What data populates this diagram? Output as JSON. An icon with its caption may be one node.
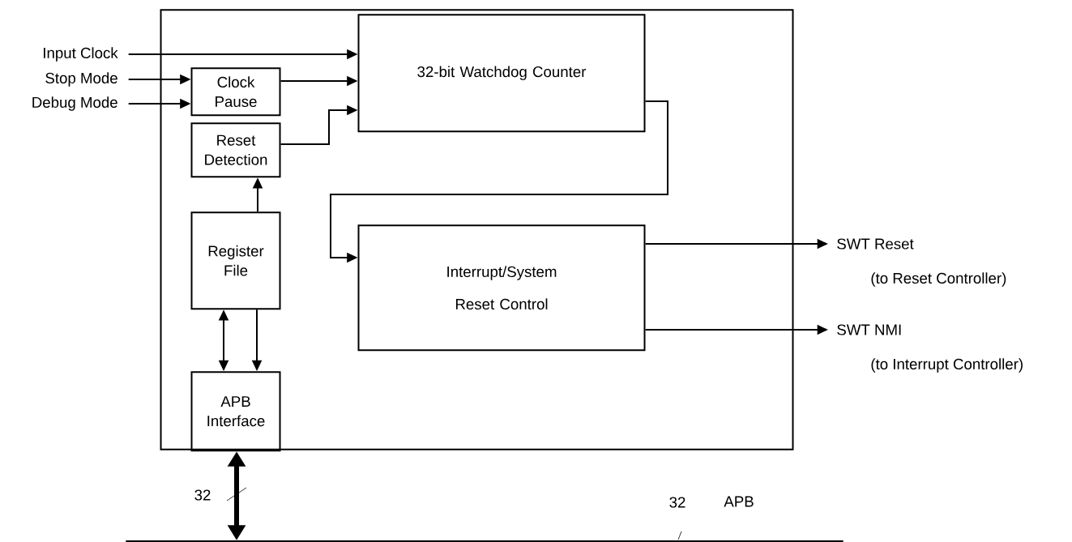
{
  "diagram": {
    "nodes": [
      {
        "text": [],
        "shape": "box"
      },
      {
        "text": [
          "Input Clock"
        ]
      },
      {
        "text": [
          "Stop Mode"
        ]
      },
      {
        "text": [
          "Debug Mode"
        ]
      },
      {
        "text": [
          "Clock Pause"
        ],
        "in": 0
      },
      {
        "text": [
          "Reset Detection"
        ],
        "in": 0
      },
      {
        "text": [
          "Register File"
        ],
        "in": 0
      },
      {
        "text": [
          "APB Interface"
        ],
        "in": 0
      },
      {
        "text": [
          "32-bit Watchdog Counter"
        ],
        "in": 0
      },
      {
        "text": [
          "Interrupt/System Reset Control"
        ],
        "in": 0
      },
      {
        "text": [
          "SWT Reset",
          "(to Reset Controller)"
        ]
      },
      {
        "text": [
          "SWT NMI",
          "(to Interrupt Controller)"
        ]
      },
      {
        "text": [],
        "shape": "line",
        "beside": [
          "APB"
        ]
      }
    ],
    "edges": [
      {
        "from": 1,
        "to": 8,
        "arrow": "to"
      },
      {
        "from": 2,
        "to": 4,
        "arrow": "to"
      },
      {
        "from": 3,
        "to": 4,
        "arrow": "to"
      },
      {
        "from": 4,
        "to": 8,
        "arrow": "to"
      },
      {
        "from": 5,
        "to": 8,
        "arrow": "to"
      },
      {
        "from": 8,
        "to": 9,
        "arrow": "to"
      },
      {
        "from": 6,
        "to": 5,
        "arrow": "to"
      },
      {
        "from": 7,
        "to": 6,
        "arrow": "both"
      },
      {
        "from": 6,
        "to": 7,
        "arrow": "to"
      },
      {
        "from": 9,
        "to": 10,
        "arrow": "to"
      },
      {
        "from": 9,
        "to": 11,
        "arrow": "to"
      },
      {
        "from": 7,
        "to": 12,
        "arrow": "both",
        "style": "thick",
        "label": "32"
      }
    ],
    "labels": [
      "32"
    ]
  }
}
